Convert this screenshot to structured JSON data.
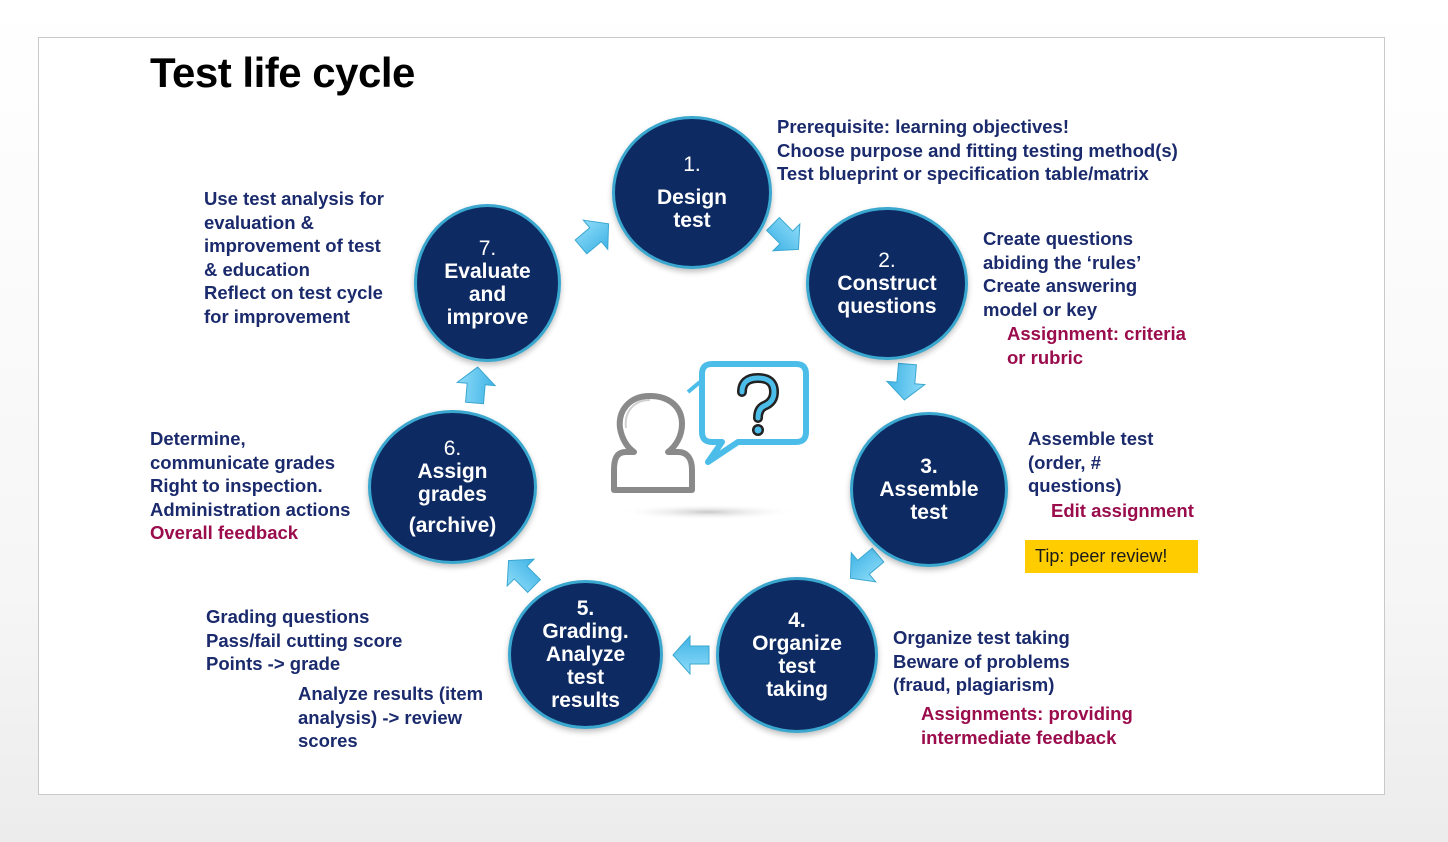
{
  "title": "Test life cycle",
  "colors": {
    "circle_fill": "#0e2a62",
    "circle_border": "#3aa7cf",
    "arrow": "#5bc4ee",
    "note_text": "#1a2a6c",
    "highlight_text": "#9a0c4c",
    "tip_background": "#ffcc00"
  },
  "center_icon": "user-question-icon",
  "steps": [
    {
      "num": "1.",
      "label": "Design\ntest"
    },
    {
      "num": "2.",
      "label": "Construct\nquestions"
    },
    {
      "num": "3.",
      "label": "Assemble\ntest"
    },
    {
      "num": "4.",
      "label": "Organize\ntest\ntaking"
    },
    {
      "num": "5.",
      "label": "Grading.\nAnalyze\ntest\nresults"
    },
    {
      "num": "6.",
      "label": "Assign\ngrades",
      "extra": "(archive)"
    },
    {
      "num": "7.",
      "label": "Evaluate\nand\nimprove"
    }
  ],
  "notes": {
    "step1": [
      "Prerequisite:  learning objectives!",
      "Choose purpose and fitting testing method(s)",
      "Test blueprint or specification table/matrix"
    ],
    "step2": [
      "Create questions",
      "abiding the ‘rules’",
      "Create answering",
      "model or key"
    ],
    "step2_red": [
      "Assignment: criteria",
      "or rubric"
    ],
    "step3": [
      "Assemble test",
      "(order, #",
      "questions)"
    ],
    "step3_red": [
      "Edit assignment"
    ],
    "tip": "Tip: peer review!",
    "step4": [
      "Organize test taking",
      "Beware of problems",
      "(fraud, plagiarism)"
    ],
    "step4_red": [
      "Assignments: providing",
      "intermediate feedback"
    ],
    "step5a": [
      "Grading questions",
      "Pass/fail cutting score",
      "Points -> grade"
    ],
    "step5b": [
      "Analyze results (item",
      "analysis) -> review",
      "scores"
    ],
    "step6": [
      "Determine,",
      "communicate grades",
      "Right to inspection.",
      "Administration actions"
    ],
    "step6_red": [
      "Overall feedback"
    ],
    "step7": [
      "Use test analysis for",
      "evaluation &",
      "improvement of test",
      "& education",
      "Reflect on test cycle",
      "for improvement"
    ]
  }
}
